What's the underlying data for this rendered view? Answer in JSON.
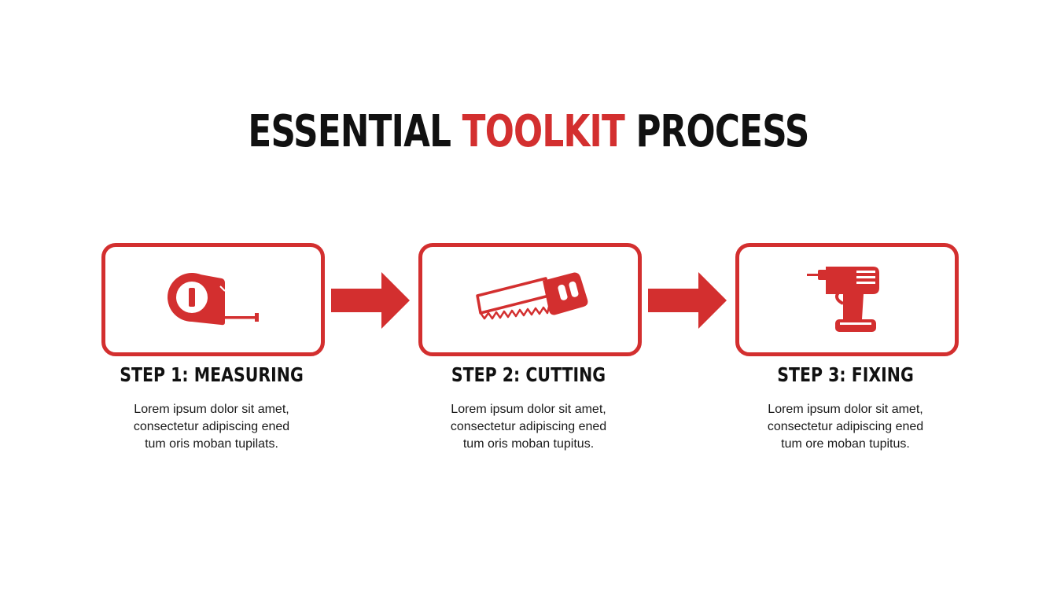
{
  "title": {
    "part1": "ESSENTIAL",
    "part2": "TOOLKIT",
    "part3": "PROCESS"
  },
  "colors": {
    "accent": "#d32f2f",
    "text": "#111111",
    "background": "#ffffff"
  },
  "steps": [
    {
      "title": "STEP 1: MEASURING",
      "icon": "tape-measure-icon",
      "desc": [
        "Lorem ipsum dolor sit amet,",
        "consectetur adipiscing ened",
        "tum oris moban tupilats."
      ]
    },
    {
      "title": "STEP 2: CUTTING",
      "icon": "hand-saw-icon",
      "desc": [
        "Lorem ipsum dolor sit amet,",
        "consectetur adipiscing ened",
        "tum oris moban tupitus."
      ]
    },
    {
      "title": "STEP 3: FIXING",
      "icon": "power-drill-icon",
      "desc": [
        "Lorem ipsum dolor sit amet,",
        "consectetur adipiscing ened",
        "tum ore moban tupitus."
      ]
    }
  ],
  "connectors": [
    {
      "icon": "right-arrow-icon"
    },
    {
      "icon": "right-arrow-icon"
    }
  ]
}
